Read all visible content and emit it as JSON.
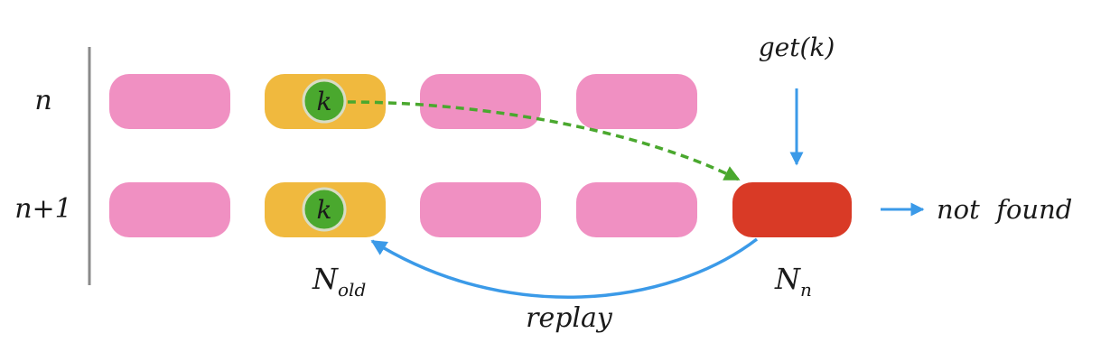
{
  "diagram": {
    "levels": [
      {
        "label": "n"
      },
      {
        "label": "n+1"
      }
    ],
    "rows": [
      {
        "level": "n",
        "nodes": [
          {
            "kind": "plain"
          },
          {
            "kind": "old",
            "key": "k"
          },
          {
            "kind": "plain"
          },
          {
            "kind": "plain"
          }
        ]
      },
      {
        "level": "n+1",
        "nodes": [
          {
            "kind": "plain"
          },
          {
            "kind": "old",
            "key": "k"
          },
          {
            "kind": "plain"
          },
          {
            "kind": "plain"
          },
          {
            "kind": "new"
          }
        ]
      }
    ],
    "labels": {
      "query": "get(k)",
      "result": "not  found",
      "replay": "replay",
      "n_old_base": "N",
      "n_old_sub": "old",
      "n_n_base": "N",
      "n_n_sub": "n"
    },
    "colors": {
      "plain": "#f090c2",
      "old": "#f0b93e",
      "new": "#d93a26",
      "key_circle": "#4aa82e",
      "key_ring": "#d8dcc4",
      "arrow_blue": "#3b9ae8",
      "arrow_green": "#4aa82e",
      "axis": "#8a8a8a"
    }
  }
}
